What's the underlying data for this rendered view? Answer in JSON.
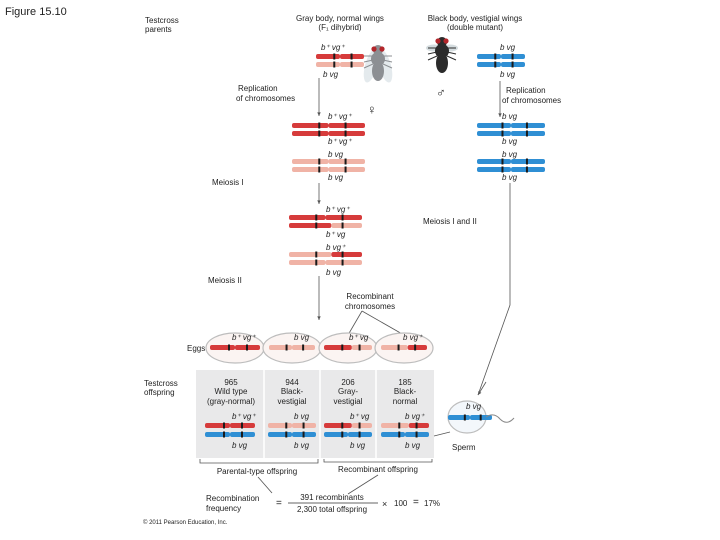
{
  "figure_label": "Figure 15.10",
  "header": {
    "testcross_parents": [
      "Testcross",
      "parents"
    ],
    "female_title": [
      "Gray body, normal wings",
      "(F₁ dihybrid)"
    ],
    "male_title": [
      "Black body, vestigial wings",
      "(double mutant)"
    ]
  },
  "labels": {
    "replication_left": [
      "Replication",
      "of chromosomes"
    ],
    "replication_right": [
      "Replication",
      "of chromosomes"
    ],
    "meiosis_1": "Meiosis I",
    "meiosis_1_2": "Meiosis I and II",
    "meiosis_2": "Meiosis II",
    "recombinant_chromosomes": [
      "Recombinant",
      "chromosomes"
    ],
    "eggs": "Eggs",
    "testcross_offspring": [
      "Testcross",
      "offspring"
    ],
    "sperm": "Sperm",
    "parental_type": "Parental-type offspring",
    "recombinant_offspring": "Recombinant offspring",
    "female_symbol": "♀",
    "male_symbol": "♂"
  },
  "alleles": {
    "b_plus_vg_plus": "b⁺ vg⁺",
    "b_vg": "b vg",
    "b_plus_vg": "b⁺ vg",
    "b_vg_plus": "b vg⁺"
  },
  "offspring": [
    {
      "count": "965",
      "type": [
        "Wild type",
        "(gray-normal)"
      ]
    },
    {
      "count": "944",
      "type": [
        "Black-",
        "vestigial"
      ]
    },
    {
      "count": "206",
      "type": [
        "Gray-",
        "vestigial"
      ]
    },
    {
      "count": "185",
      "type": [
        "Black-",
        "normal"
      ]
    }
  ],
  "frequency": {
    "label": [
      "Recombination",
      "frequency"
    ],
    "equals": "=",
    "numerator": "391 recombinants",
    "denominator": "2,300 total offspring",
    "times": "×",
    "factor": "100",
    "equals2": "=",
    "result": "17%"
  },
  "copyright": "© 2011 Pearson Education, Inc.",
  "colors": {
    "red": "#d63b3b",
    "pink": "#f0b3a6",
    "blue": "#2f8fd4",
    "band": "#1a1a1a",
    "bg_box": "#e9e9ea",
    "egg_outline": "#bdbdbd"
  }
}
